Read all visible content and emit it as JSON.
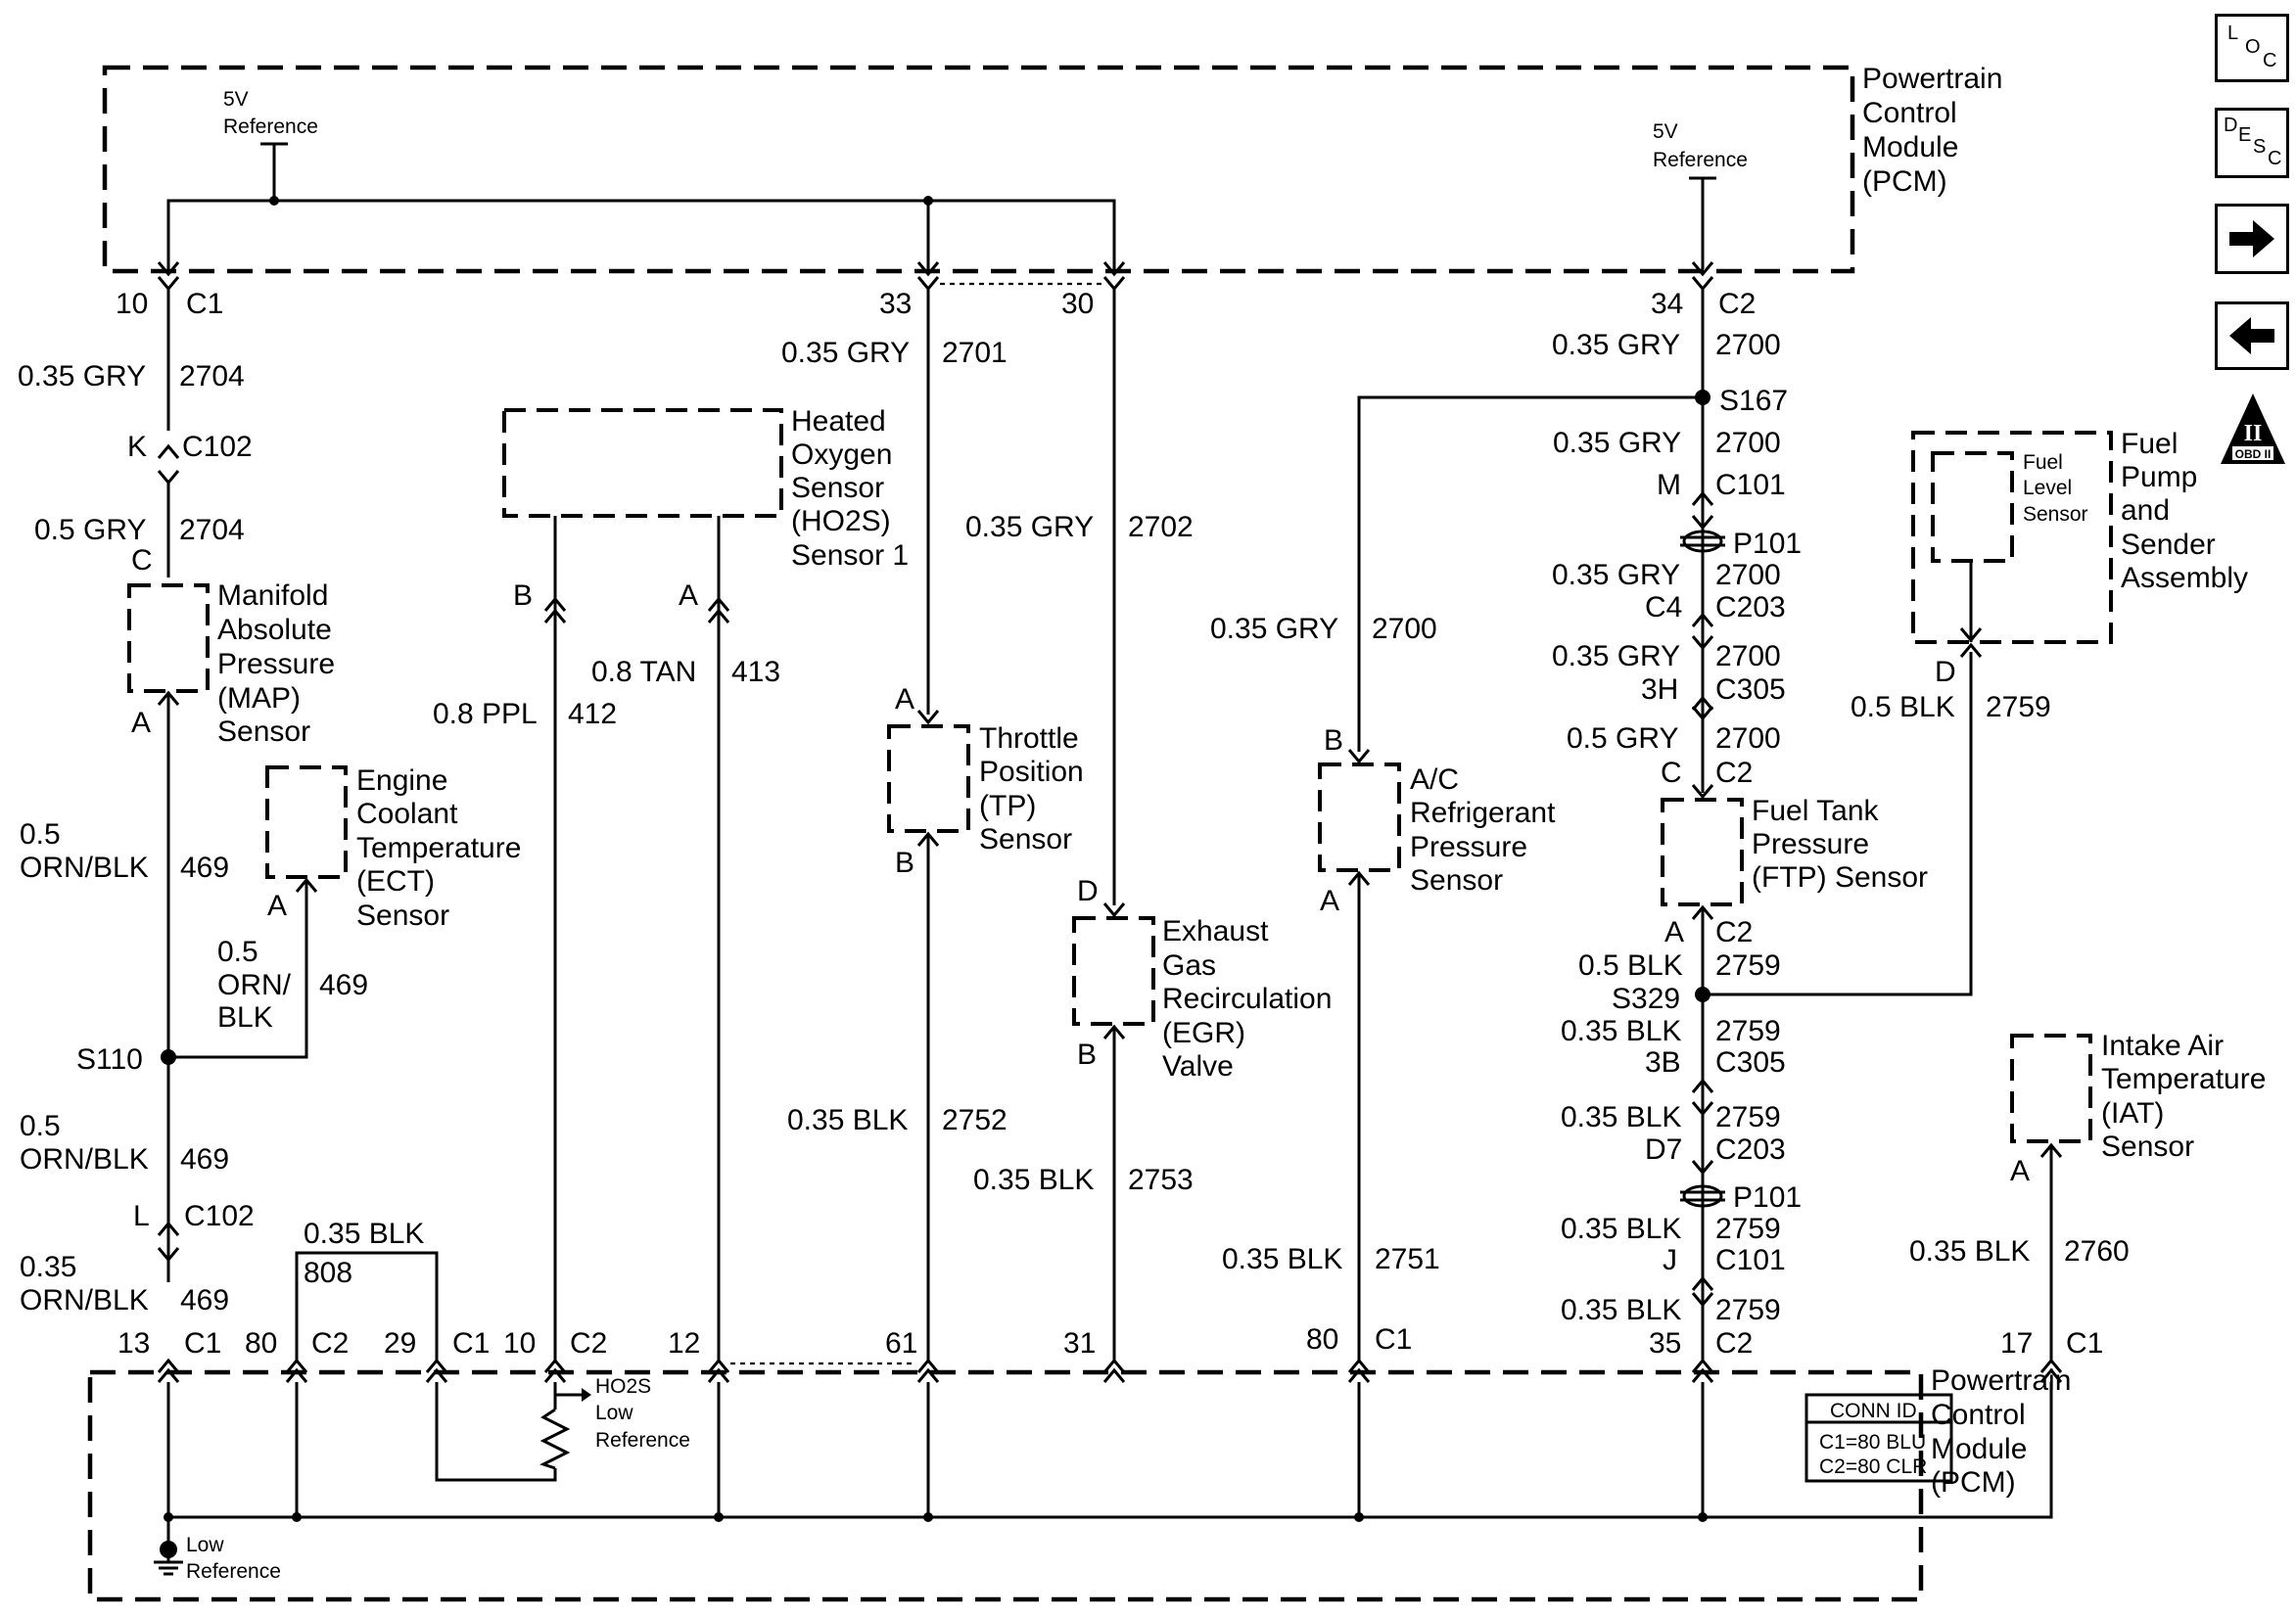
{
  "nav": {
    "loc": [
      "L",
      "O",
      "C"
    ],
    "desc": [
      "D",
      "E",
      "S",
      "C"
    ],
    "obd": "OBD II",
    "obd_roman": "II"
  },
  "modules": {
    "pcm_top": [
      "Powertrain",
      "Control",
      "Module",
      "(PCM)"
    ],
    "pcm_bottom": [
      "Powertrain",
      "Control",
      "Module",
      "(PCM)"
    ],
    "ref5v_left": [
      "5V",
      "Reference"
    ],
    "ref5v_right": [
      "5V",
      "Reference"
    ],
    "ho2s_low_ref": [
      "HO2S",
      "Low",
      "Reference"
    ],
    "low_ref": [
      "Low",
      "Reference"
    ],
    "conn_id": {
      "title": "CONN ID",
      "c1": "C1=80 BLU",
      "c2": "C2=80 CLR"
    }
  },
  "components": {
    "map": [
      "Manifold",
      "Absolute",
      "Pressure",
      "(MAP)",
      "Sensor"
    ],
    "ect": [
      "Engine",
      "Coolant",
      "Temperature",
      "(ECT)",
      "Sensor"
    ],
    "ho2s": [
      "Heated",
      "Oxygen",
      "Sensor",
      "(HO2S)",
      "Sensor 1"
    ],
    "tp": [
      "Throttle",
      "Position",
      "(TP)",
      "Sensor"
    ],
    "egr": [
      "Exhaust",
      "Gas",
      "Recirculation",
      "(EGR)",
      "Valve"
    ],
    "ac": [
      "A/C",
      "Refrigerant",
      "Pressure",
      "Sensor"
    ],
    "ftp": [
      "Fuel Tank",
      "Pressure",
      "(FTP) Sensor"
    ],
    "fuel_pump": [
      "Fuel",
      "Pump",
      "and",
      "Sender",
      "Assembly"
    ],
    "fuel_level": [
      "Fuel",
      "Level",
      "Sensor"
    ],
    "iat": [
      "Intake Air",
      "Temperature",
      "(IAT)",
      "Sensor"
    ]
  },
  "labels": {
    "t10": "10",
    "tC1a": "C1",
    "t33": "33",
    "t30": "30",
    "t34": "34",
    "tC2a": "C2",
    "w1": "0.35 GRY",
    "c2704a": "2704",
    "K": "K",
    "C102a": "C102",
    "w2": "0.5 GRY",
    "c2704b": "2704",
    "Cmap": "C",
    "Amap": "A",
    "w3a": "0.5",
    "w3b": "ORN/BLK",
    "c469a": "469",
    "Aect": "A",
    "w4a": "0.5",
    "w4b": "ORN/",
    "w4c": "BLK",
    "c469b": "469",
    "S110": "S110",
    "w5a": "0.5",
    "w5b": "ORN/BLK",
    "c469c": "469",
    "L": "L",
    "C102b": "C102",
    "w6a": "0.35",
    "w6b": "ORN/BLK",
    "c469d": "469",
    "Bho2s": "B",
    "Aho2s": "A",
    "w7": "0.8 PPL",
    "c412": "412",
    "w8": "0.8 TAN",
    "c413": "413",
    "w9": "0.35 GRY",
    "c2701": "2701",
    "Atp": "A",
    "Btp": "B",
    "w10": "0.35 BLK",
    "c2752": "2752",
    "w11": "0.35 GRY",
    "c2702": "2702",
    "Degr": "D",
    "Begr": "B",
    "w12": "0.35 BLK",
    "c2753": "2753",
    "w13": "0.35 GRY",
    "c2700a": "2700",
    "Bac": "B",
    "Aac": "A",
    "w14": "0.35 BLK",
    "c2751": "2751",
    "w15": "0.35 GRY",
    "c2700b": "2700",
    "S167": "S167",
    "w16": "0.35 GRY",
    "c2700c": "2700",
    "M": "M",
    "C101a": "C101",
    "P101a": "P101",
    "w17": "0.35 GRY",
    "c2700d": "2700",
    "C4": "C4",
    "C203a": "C203",
    "w18": "0.35 GRY",
    "c2700e": "2700",
    "H3": "3H",
    "C305a": "C305",
    "w19": "0.5 GRY",
    "c2700f": "2700",
    "Cftp": "C",
    "C2ftp": "C2",
    "Aftp": "A",
    "C2ftpb": "C2",
    "w20": "0.5 BLK",
    "c2759a": "2759",
    "S329": "S329",
    "w21": "0.35 BLK",
    "c2759b": "2759",
    "B3": "3B",
    "C305b": "C305",
    "w22": "0.35 BLK",
    "c2759c": "2759",
    "D7": "D7",
    "C203b": "C203",
    "P101b": "P101",
    "w23": "0.35 BLK",
    "c2759d": "2759",
    "J": "J",
    "C101b": "C101",
    "w24": "0.35 BLK",
    "c2759e": "2759",
    "Dfp": "D",
    "w25": "0.5 BLK",
    "c2759f": "2759",
    "Aiat": "A",
    "w26": "0.35 BLK",
    "c2760": "2760",
    "w27": "0.35 BLK",
    "c808": "808",
    "b13": "13",
    "bC1a": "C1",
    "b80a": "80",
    "bC2a": "C2",
    "b29": "29",
    "bC1b": "C1",
    "b10": "10",
    "bC2b": "C2",
    "b12": "12",
    "b61": "61",
    "b31": "31",
    "b80b": "80",
    "bC1c": "C1",
    "b35": "35",
    "bC2c": "C2",
    "b17": "17",
    "bC1d": "C1"
  }
}
